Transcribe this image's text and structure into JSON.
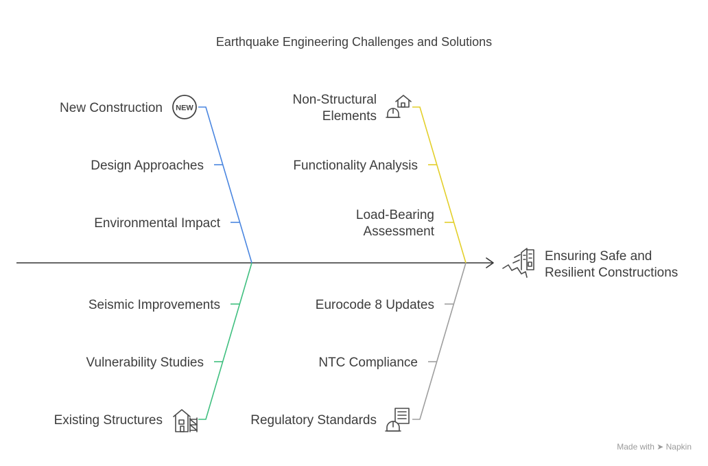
{
  "title": "Earthquake Engineering Challenges and Solutions",
  "outcome": {
    "lines": [
      "Ensuring Safe and",
      "Resilient Constructions"
    ],
    "icon": "building-collapse-icon"
  },
  "branches": {
    "new_construction": {
      "color": "#4a86e0",
      "head": "New Construction",
      "icon": "new-badge-icon",
      "icon_text": "NEW",
      "causes": [
        "Design Approaches",
        "Environmental Impact"
      ]
    },
    "non_structural": {
      "color": "#e3cf2a",
      "head_lines": [
        "Non-Structural",
        "Elements"
      ],
      "icon": "house-hardhat-icon",
      "causes": [
        "Functionality Analysis"
      ],
      "cause_multiline": [
        "Load-Bearing",
        "Assessment"
      ]
    },
    "existing_structures": {
      "color": "#3fbf7f",
      "head": "Existing Structures",
      "icon": "house-scaffold-icon",
      "causes": [
        "Seismic Improvements",
        "Vulnerability Studies"
      ]
    },
    "regulatory_standards": {
      "color": "#9e9e9e",
      "head": "Regulatory Standards",
      "icon": "document-hardhat-icon",
      "causes": [
        "Eurocode 8 Updates",
        "NTC Compliance"
      ]
    }
  },
  "spine_color": "#333333",
  "watermark": "Made with ➤ Napkin"
}
